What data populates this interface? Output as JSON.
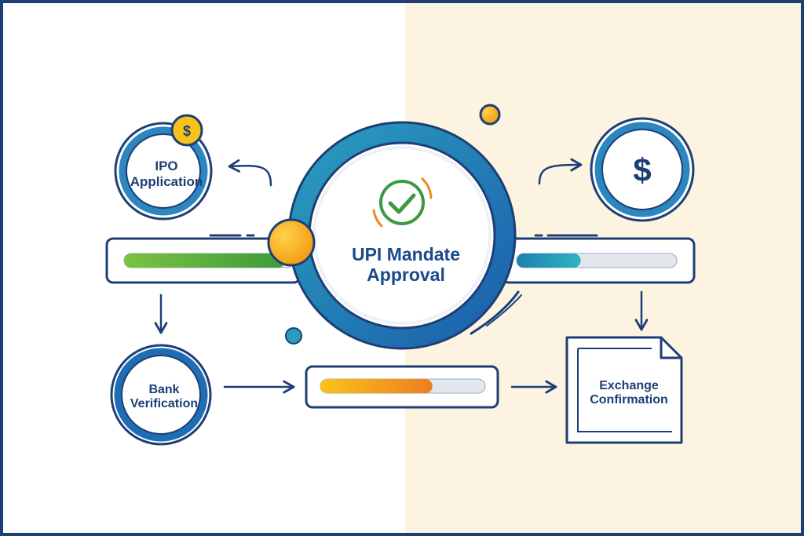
{
  "diagram": {
    "nodes": {
      "ipo": {
        "line1": "IPO",
        "line2": "Application",
        "badge_icon": "dollar-coin-icon",
        "badge_symbol": "$"
      },
      "center": {
        "line1": "UPI Mandate",
        "line2": "Approval",
        "icon": "checkmark-icon"
      },
      "payment": {
        "icon": "dollar-icon",
        "symbol": "$"
      },
      "bank": {
        "line1": "Bank",
        "line2": "Verification"
      },
      "exchange": {
        "line1": "Exchange",
        "line2": "Confirmation",
        "icon": "document-icon"
      }
    },
    "progress": {
      "left_bar_fill": 0.95,
      "right_bar_fill": 0.4,
      "bottom_bar_fill": 0.68
    },
    "colors": {
      "navy": "#1d3f75",
      "blue": "#1f6db5",
      "teal": "#2a9bb8",
      "green": "#5cb43c",
      "yellow": "#f8c21a",
      "orange": "#f08a1c",
      "background_right": "#fdf3e1"
    }
  }
}
